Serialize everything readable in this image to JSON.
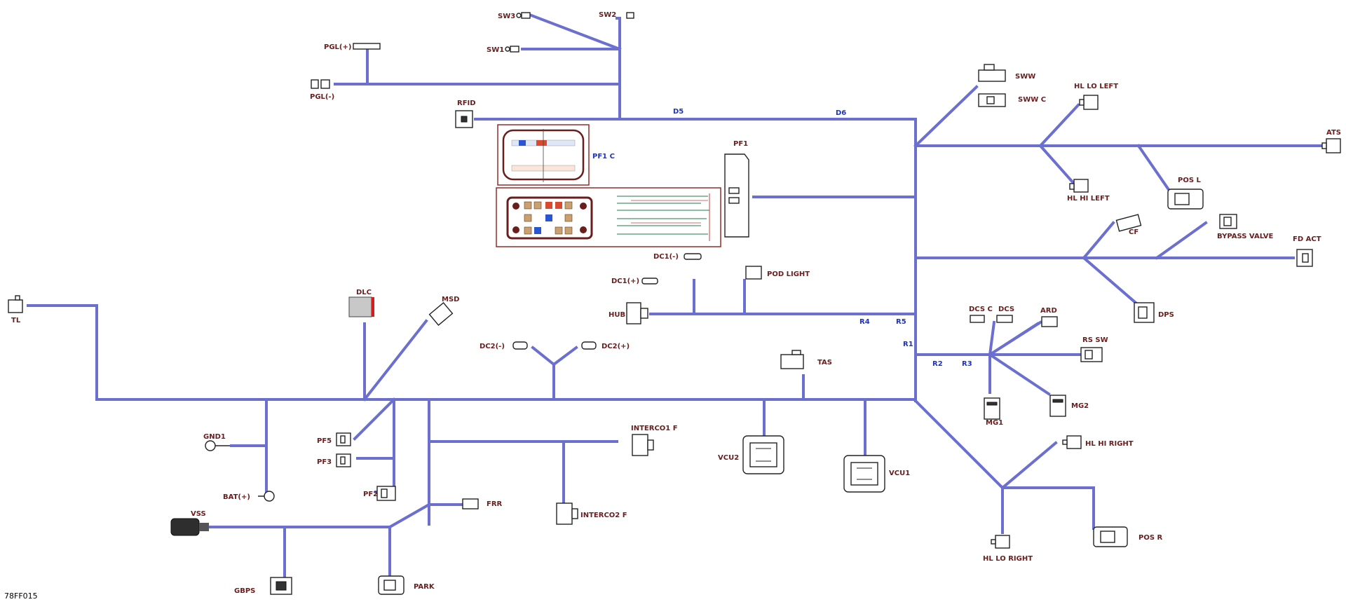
{
  "diagram": {
    "reference": "78FF015",
    "connectors": [
      {
        "id": "sw3",
        "label": "SW3"
      },
      {
        "id": "sw2",
        "label": "SW2"
      },
      {
        "id": "sw1",
        "label": "SW1"
      },
      {
        "id": "pgl_plus",
        "label": "PGL(+)"
      },
      {
        "id": "pgl_minus",
        "label": "PGL(-)"
      },
      {
        "id": "rfid",
        "label": "RFID"
      },
      {
        "id": "pf1_c",
        "label": "PF1 C"
      },
      {
        "id": "pf1",
        "label": "PF1"
      },
      {
        "id": "dc1_minus",
        "label": "DC1(-)"
      },
      {
        "id": "dc1_plus",
        "label": "DC1(+)"
      },
      {
        "id": "pod_light",
        "label": "POD LIGHT"
      },
      {
        "id": "hub",
        "label": "HUB"
      },
      {
        "id": "tl",
        "label": "TL"
      },
      {
        "id": "dlc",
        "label": "DLC"
      },
      {
        "id": "msd",
        "label": "MSD"
      },
      {
        "id": "dc2_minus",
        "label": "DC2(-)"
      },
      {
        "id": "dc2_plus",
        "label": "DC2(+)"
      },
      {
        "id": "tas",
        "label": "TAS"
      },
      {
        "id": "gnd1",
        "label": "GND1"
      },
      {
        "id": "pf5",
        "label": "PF5"
      },
      {
        "id": "pf3",
        "label": "PF3"
      },
      {
        "id": "pf2",
        "label": "PF2"
      },
      {
        "id": "bat_plus",
        "label": "BAT(+)"
      },
      {
        "id": "interco1",
        "label": "INTERCO1 F"
      },
      {
        "id": "interco2",
        "label": "INTERCO2 F"
      },
      {
        "id": "frr",
        "label": "FRR"
      },
      {
        "id": "vss",
        "label": "VSS"
      },
      {
        "id": "gbps",
        "label": "GBPS"
      },
      {
        "id": "park",
        "label": "PARK"
      },
      {
        "id": "vcu2",
        "label": "VCU2"
      },
      {
        "id": "vcu1",
        "label": "VCU1"
      },
      {
        "id": "sww",
        "label": "SWW"
      },
      {
        "id": "sww_c",
        "label": "SWW C"
      },
      {
        "id": "hl_lo_left",
        "label": "HL LO LEFT"
      },
      {
        "id": "hl_hi_left",
        "label": "HL HI LEFT"
      },
      {
        "id": "ats",
        "label": "ATS"
      },
      {
        "id": "pos_l",
        "label": "POS L"
      },
      {
        "id": "cf",
        "label": "CF"
      },
      {
        "id": "bypass",
        "label": "BYPASS VALVE"
      },
      {
        "id": "fd_act",
        "label": "FD ACT"
      },
      {
        "id": "dps",
        "label": "DPS"
      },
      {
        "id": "dcs_c",
        "label": "DCS C"
      },
      {
        "id": "dcs",
        "label": "DCS"
      },
      {
        "id": "ard",
        "label": "ARD"
      },
      {
        "id": "rs_sw",
        "label": "RS SW"
      },
      {
        "id": "mg1",
        "label": "MG1"
      },
      {
        "id": "mg2",
        "label": "MG2"
      },
      {
        "id": "hl_hi_right",
        "label": "HL HI RIGHT"
      },
      {
        "id": "hl_lo_right",
        "label": "HL LO RIGHT"
      },
      {
        "id": "pos_r",
        "label": "POS R"
      }
    ],
    "splices": [
      "D5",
      "D6",
      "R4",
      "R5",
      "R1",
      "R2",
      "R3"
    ],
    "colors": {
      "wire": "#6a6fd0",
      "label": "#6b1d1d",
      "splice_label": "#1d33c8",
      "frame": "#8a1f1f"
    }
  }
}
